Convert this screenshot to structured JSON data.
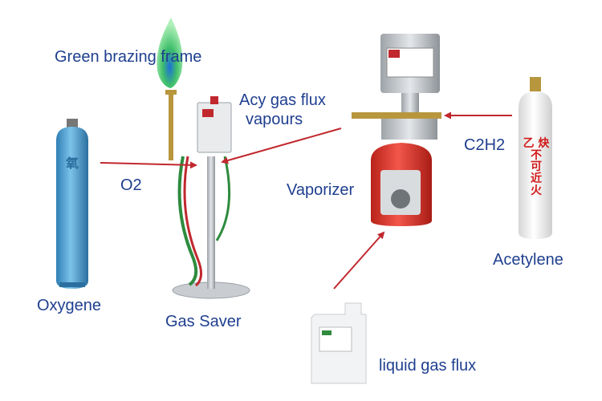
{
  "labels": {
    "flame": "Green brazing frame",
    "flux_vapours_line1": "Acy gas flux",
    "flux_vapours_line2": "vapours",
    "o2": "O2",
    "c2h2": "C2H2",
    "vaporizer": "Vaporizer",
    "oxygene": "Oxygene",
    "gas_saver": "Gas Saver",
    "acetylene": "Acetylene",
    "liquid_flux": "liquid gas flux"
  },
  "cylinder_text": {
    "oxygen_glyph": "氧",
    "acetylene_line1": "乙 炔",
    "acetylene_line2": "不",
    "acetylene_line3": "可",
    "acetylene_line4": "近",
    "acetylene_line5": "火"
  },
  "colors": {
    "label_text": "#1f3f8f",
    "arrow": "#c0282e",
    "oxygen_cylinder": "#5aa8d6",
    "vaporizer_body": "#e2372b",
    "flame": "#3fbf6a"
  }
}
